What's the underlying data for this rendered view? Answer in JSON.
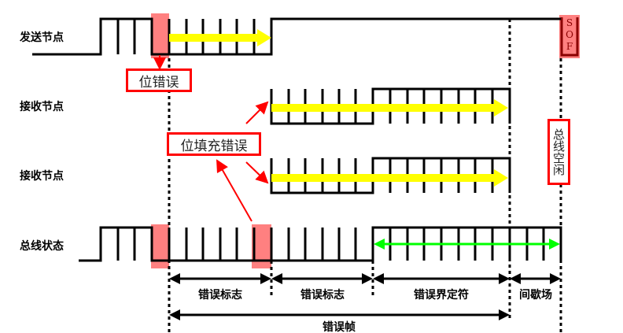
{
  "rows": {
    "sender": "发送节点",
    "receiver1": "接收节点",
    "receiver2": "接收节点",
    "bus": "总线状态"
  },
  "callouts": {
    "bit_error": "位错误",
    "stuff_error": "位填充错误",
    "bus_idle": "总线空闲"
  },
  "sof": [
    "S",
    "O",
    "F"
  ],
  "segments": {
    "error_flag_1": "错误标志",
    "error_flag_2": "错误标志",
    "error_delimiter": "错误界定符",
    "intermission": "间歇场",
    "error_frame": "错误帧"
  },
  "colors": {
    "highlight": "#ff8080",
    "arrow_yellow": "#ffff00",
    "arrow_green": "#00ff00",
    "callout": "#ff0000"
  }
}
